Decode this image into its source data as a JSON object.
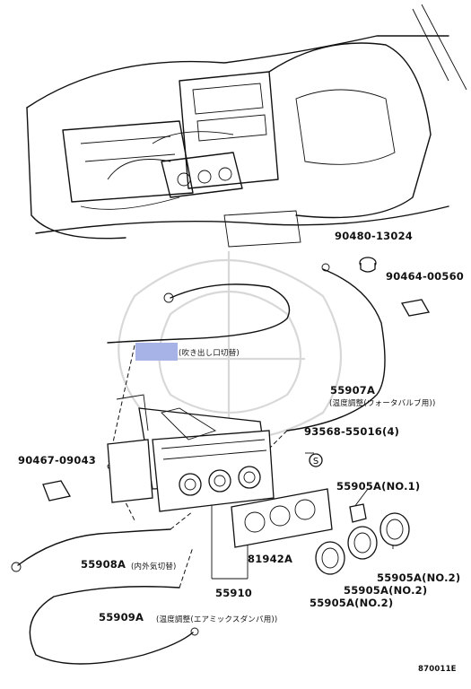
{
  "parts": [
    {
      "id": "90480-13024"
    },
    {
      "id": "90464-00560"
    },
    {
      "id": "55907A",
      "note": "(温度調整(ウォータバルブ用))"
    },
    {
      "id": "93568-55016(4)"
    },
    {
      "id": "90467-09043"
    },
    {
      "id": "55905A(NO.1)"
    },
    {
      "id": "55908A",
      "note": "(内外気切替)"
    },
    {
      "id": "81942A"
    },
    {
      "id": "55910"
    },
    {
      "id": "55909A",
      "note": "(温度調整(エアミックスダンパ用))"
    },
    {
      "id": "55905A(NO.2)"
    },
    {
      "id": "55905A(NO.2)"
    },
    {
      "id": "55905A(NO.2)"
    }
  ],
  "redacted_label": {
    "note": "(吹き出し口切替)"
  },
  "marker_symbol": "S",
  "figure_code": "870011E"
}
